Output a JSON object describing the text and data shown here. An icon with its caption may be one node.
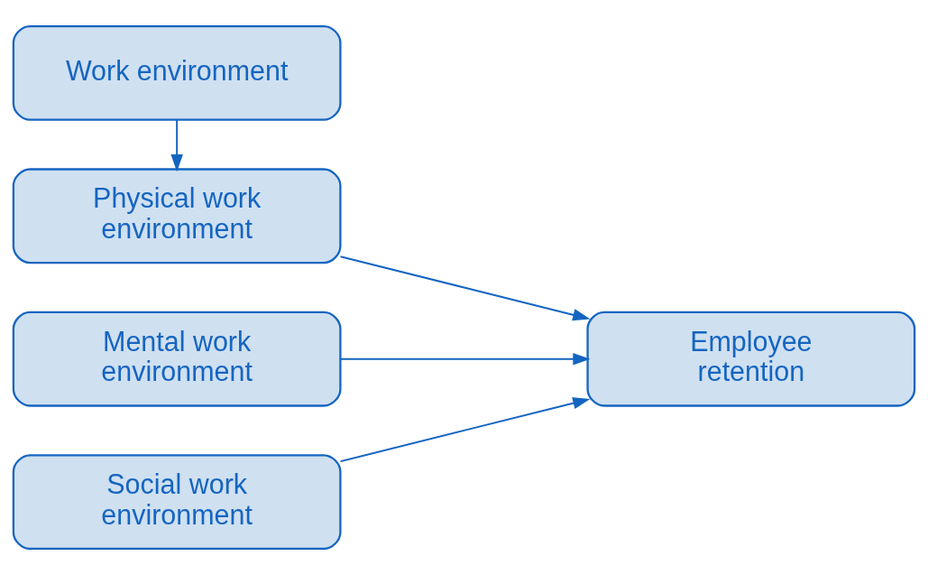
{
  "diagram": {
    "nodes": [
      {
        "text": [
          "Work environment"
        ]
      },
      {
        "text": [
          "Physical work environment"
        ]
      },
      {
        "text": [
          "Mental work environment"
        ]
      },
      {
        "text": [
          "Social work environment"
        ]
      },
      {
        "text": [
          "Employee retention"
        ]
      }
    ],
    "edges": [
      {
        "from": 0,
        "to": 1,
        "arrow": "to"
      },
      {
        "from": 1,
        "to": 4,
        "arrow": "to"
      },
      {
        "from": 2,
        "to": 4,
        "arrow": "to"
      },
      {
        "from": 3,
        "to": 4,
        "arrow": "to"
      }
    ]
  }
}
